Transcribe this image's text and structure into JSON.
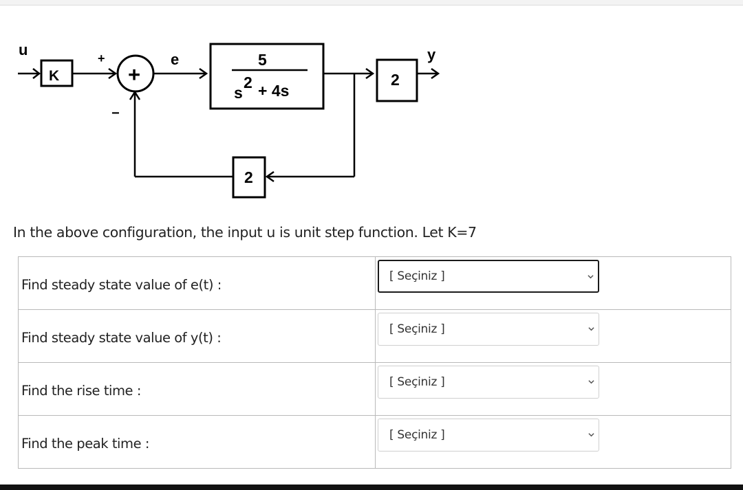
{
  "diagram": {
    "input_label": "u",
    "gain_label": "K",
    "plus_sign": "+",
    "minus_sign": "−",
    "junction_symbol": "+",
    "error_label": "e",
    "plant_numerator": "5",
    "plant_denominator_s": "s",
    "plant_denominator_exp": "2",
    "plant_denominator_rest": "+ 4s",
    "output_gain": "2",
    "output_label": "y",
    "feedback_gain": "2"
  },
  "intro_text": "In the above configuration, the input u is unit step function. Let K=7",
  "questions": [
    {
      "label": "Find steady state value of e(t) :",
      "selected": "[ Seçiniz ]"
    },
    {
      "label": "Find steady state value of y(t) :",
      "selected": "[ Seçiniz ]"
    },
    {
      "label": "Find the rise time :",
      "selected": "[ Seçiniz ]"
    },
    {
      "label": "Find the peak time :",
      "selected": "[ Seçiniz ]"
    }
  ],
  "icons": {
    "dropdown": "chevron-down-icon"
  }
}
